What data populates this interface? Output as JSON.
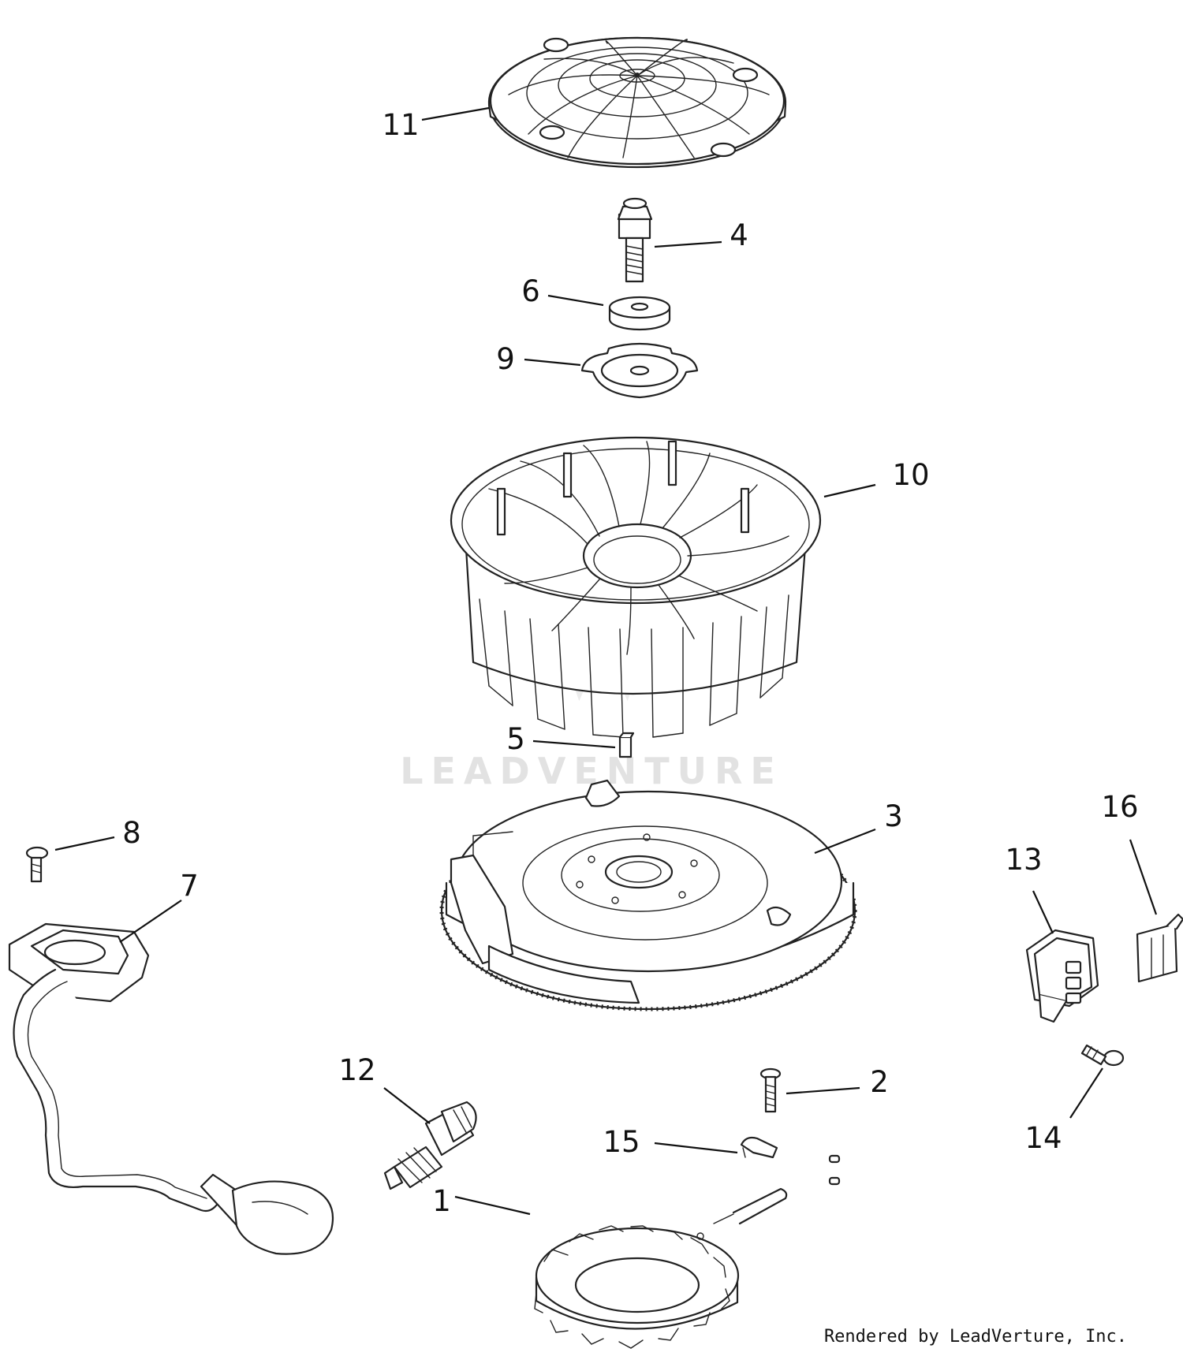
{
  "watermark": {
    "text": "LEADVENTURE"
  },
  "footer": {
    "credit": "Rendered by LeadVerture, Inc."
  },
  "callouts": [
    {
      "id": "1",
      "label": "1"
    },
    {
      "id": "2",
      "label": "2"
    },
    {
      "id": "3",
      "label": "3"
    },
    {
      "id": "4",
      "label": "4"
    },
    {
      "id": "5",
      "label": "5"
    },
    {
      "id": "6",
      "label": "6"
    },
    {
      "id": "7",
      "label": "7"
    },
    {
      "id": "8",
      "label": "8"
    },
    {
      "id": "9",
      "label": "9"
    },
    {
      "id": "10",
      "label": "10"
    },
    {
      "id": "11",
      "label": "11"
    },
    {
      "id": "12",
      "label": "12"
    },
    {
      "id": "13",
      "label": "13"
    },
    {
      "id": "14",
      "label": "14"
    },
    {
      "id": "15",
      "label": "15"
    },
    {
      "id": "16",
      "label": "16"
    }
  ]
}
